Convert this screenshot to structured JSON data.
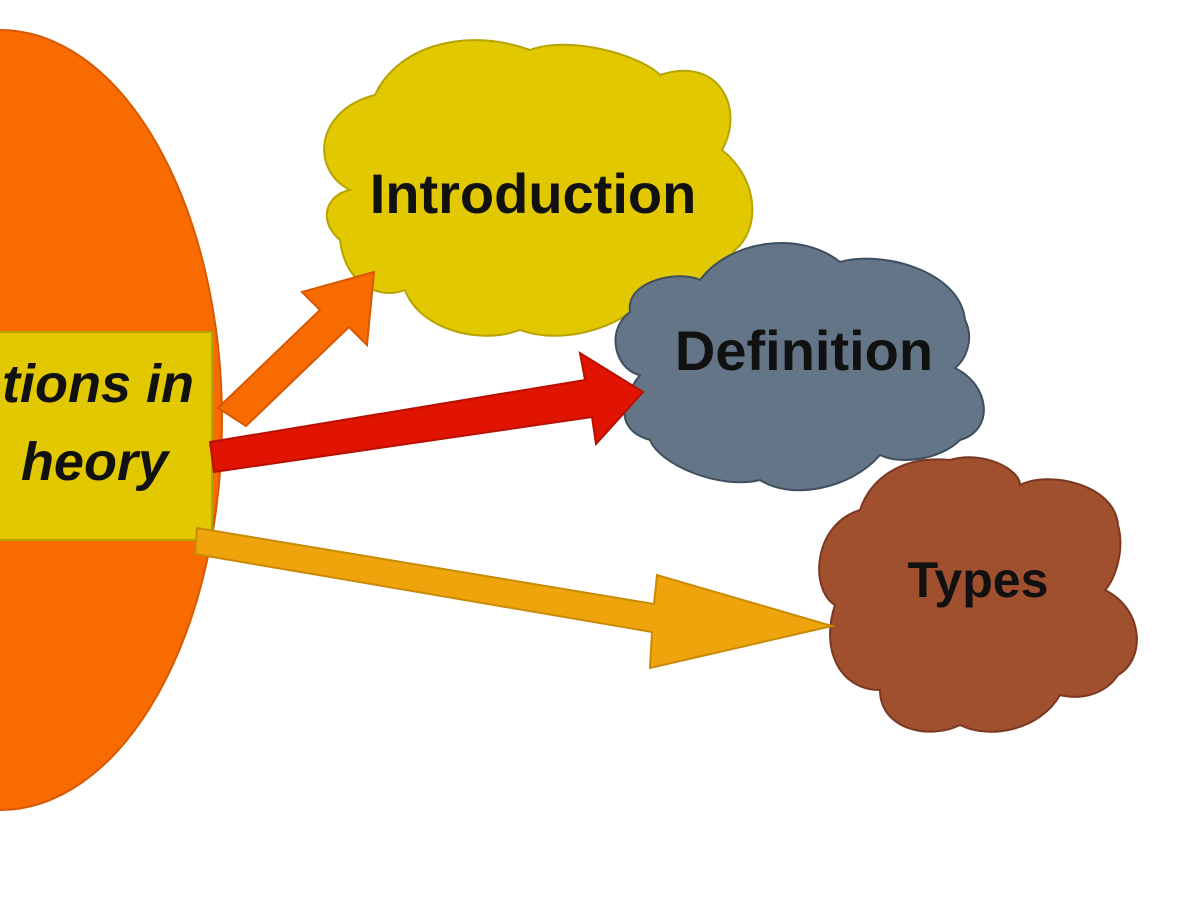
{
  "diagram": {
    "central": {
      "label_lines": [
        "tions in",
        "heory"
      ],
      "visible_text_partial": true,
      "ellipse_color": "#f76b00",
      "box_color": "#e1c800",
      "box_border": "#b8a300"
    },
    "nodes": [
      {
        "id": "introduction",
        "label": "Introduction",
        "fill": "#e1c800",
        "stroke": "#b8a300",
        "shape": "cloud"
      },
      {
        "id": "definition",
        "label": "Definition",
        "fill": "#637587",
        "stroke": "#3f4f5f",
        "shape": "cloud"
      },
      {
        "id": "types",
        "label": "Types",
        "fill": "#a0502e",
        "stroke": "#7a3820",
        "shape": "cloud"
      }
    ],
    "arrows": [
      {
        "id": "to-introduction",
        "from": "central",
        "to": "introduction",
        "fill": "#f76b00",
        "stroke": "#d85800"
      },
      {
        "id": "to-definition",
        "from": "central",
        "to": "definition",
        "fill": "#e01400",
        "stroke": "#b81000"
      },
      {
        "id": "to-types",
        "from": "central",
        "to": "types",
        "fill": "#eea40a",
        "stroke": "#c98a05"
      }
    ]
  }
}
